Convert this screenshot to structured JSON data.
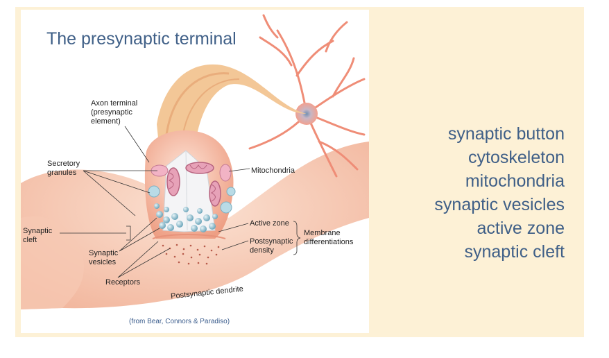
{
  "title": "The presynaptic terminal",
  "credit": "(from Bear, Connors & Paradiso)",
  "labels": {
    "axon_terminal": "Axon terminal\n(presynaptic\nelement)",
    "secretory_granules": "Secretory\ngranules",
    "mitochondria": "Mitochondria",
    "synaptic_cleft": "Synaptic\ncleft",
    "active_zone": "Active zone",
    "membrane_diff": "Membrane\ndifferentiations",
    "postsynaptic_density": "Postsynaptic\ndensity",
    "synaptic_vesicles": "Synaptic\nvesicles",
    "receptors": "Receptors",
    "postsynaptic_dendrite": "Postsynaptic dendrite"
  },
  "terms": [
    "synaptic button",
    "cytoskeleton",
    "mitochondria",
    "synaptic vesicles",
    "active zone",
    "synaptic cleft"
  ],
  "colors": {
    "background": "#fdf1d6",
    "title": "#3f5f87",
    "terms": "#3f5f87"
  }
}
